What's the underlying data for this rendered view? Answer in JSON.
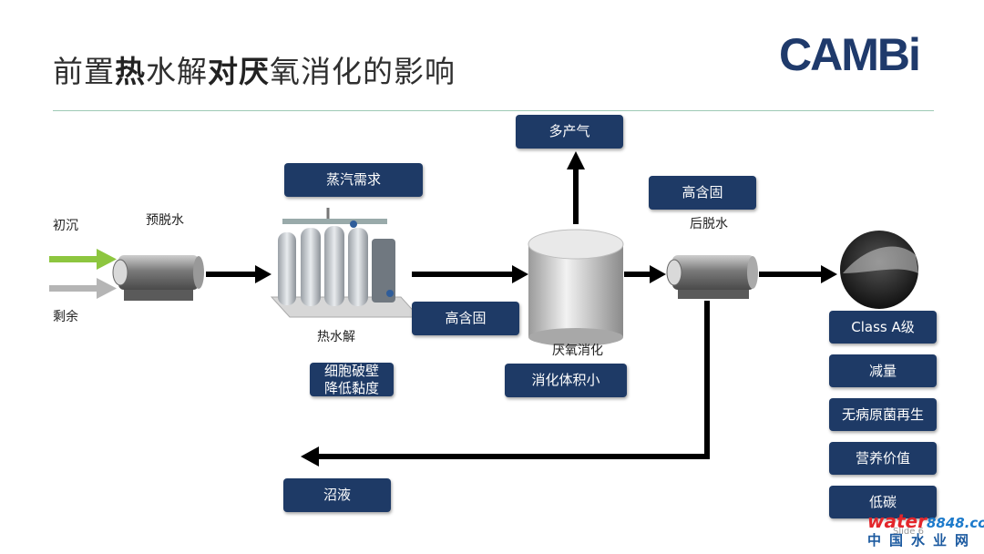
{
  "title": {
    "p1": "前置",
    "p2": "热",
    "p3": "水解",
    "p4": "对",
    "p5": "厌",
    "p6": "氧消化的影响"
  },
  "logo": {
    "text": "CAMBi"
  },
  "inputs": {
    "primary": "初沉",
    "surplus": "剩余"
  },
  "stages": {
    "predewater": "预脱水",
    "thp": "热水解",
    "digester": "厌氧消化",
    "postdewater": "后脱水"
  },
  "boxes": {
    "steam": "蒸汽需求",
    "high_solids_1": "高含固",
    "cell_line1": "细胞破壁",
    "cell_line2": "降低黏度",
    "more_biogas": "多产气",
    "small_volume": "消化体积小",
    "high_solids_2": "高含固",
    "liquor": "沼液"
  },
  "benefits": [
    "Class A级",
    "减量",
    "无病原菌再生",
    "营养价值",
    "低碳"
  ],
  "footer": {
    "slide": "Slide 6",
    "wm_water": "water",
    "wm_num": "8848",
    "wm_com": ".com",
    "wm_cn": "中国水业网"
  },
  "colors": {
    "box": "#1e3a66",
    "green_arrow": "#8dc63f",
    "gray_arrow": "#b5b5b5",
    "logo": "#1f3a6b"
  }
}
